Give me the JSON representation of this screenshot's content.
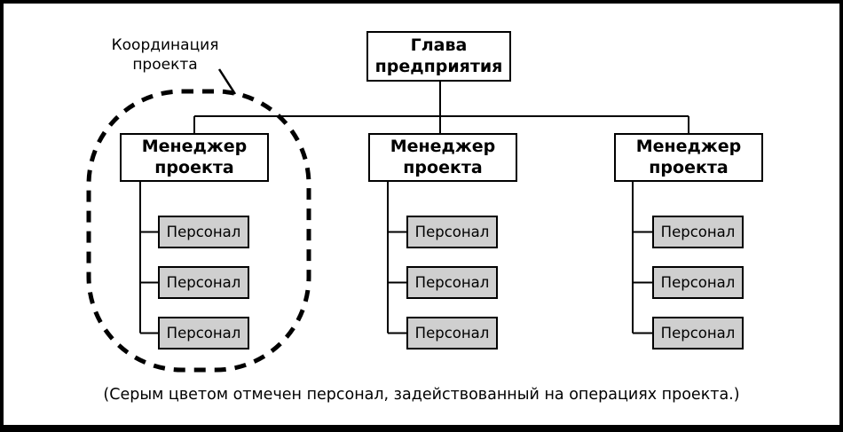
{
  "diagram": {
    "type": "org-chart",
    "head_box": "Глава предприятия",
    "annotation": {
      "label": "Координация проекта"
    },
    "columns": [
      {
        "manager": "Менеджер проекта",
        "coordinated_by_dashed_ellipse": true,
        "staff": [
          "Персонал",
          "Персонал",
          "Персонал"
        ]
      },
      {
        "manager": "Менеджер проекта",
        "coordinated_by_dashed_ellipse": false,
        "staff": [
          "Персонал",
          "Персонал",
          "Персонал"
        ]
      },
      {
        "manager": "Менеджер проекта",
        "coordinated_by_dashed_ellipse": false,
        "staff": [
          "Персонал",
          "Персонал",
          "Персонал"
        ]
      }
    ],
    "caption": "(Серым цветом отмечен персонал, задействованный на операциях проекта.)",
    "colors": {
      "background": "#ffffff",
      "frame_border": "#000000",
      "box_border": "#000000",
      "staff_fill": "#cfcfcf",
      "connector_line": "#000000",
      "dashed_ellipse": "#000000"
    }
  }
}
